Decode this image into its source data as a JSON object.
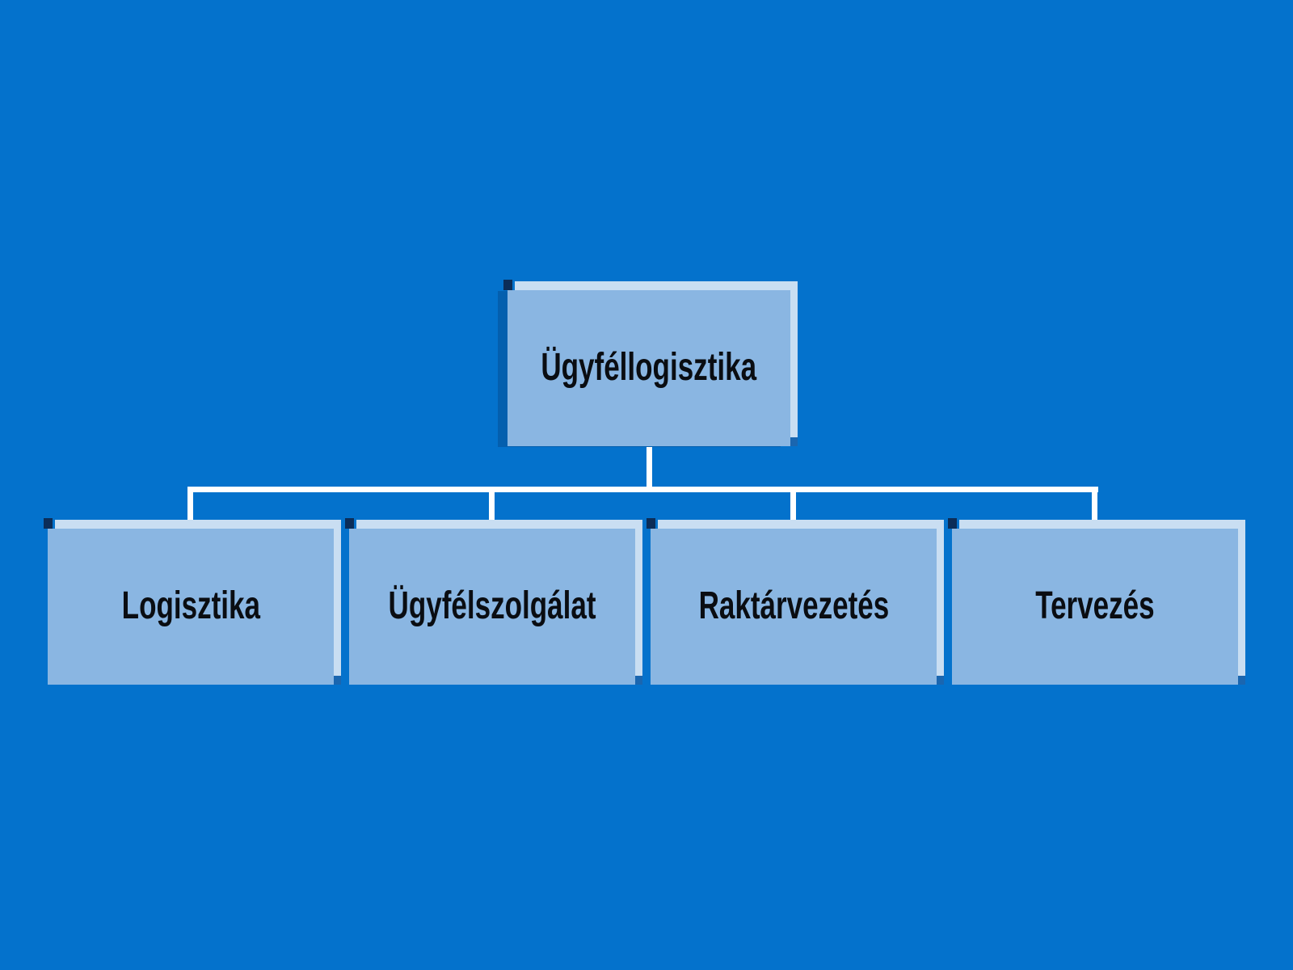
{
  "diagram": {
    "type": "org-chart",
    "root": {
      "label": "Ügyféllogisztika"
    },
    "children": [
      {
        "label": "Logisztika"
      },
      {
        "label": "Ügyfélszolgálat"
      },
      {
        "label": "Raktárvezetés"
      },
      {
        "label": "Tervezés"
      }
    ]
  },
  "colors": {
    "background": "#0472cc",
    "node_fill": "#8ab6e2",
    "node_highlight": "#c9def2",
    "node_shadow_dark": "#045fae",
    "node_corner_navy": "#0c2d58",
    "node_corner_br": "#1a66b0",
    "connector": "#ffffff",
    "text": "#0a0d12"
  }
}
